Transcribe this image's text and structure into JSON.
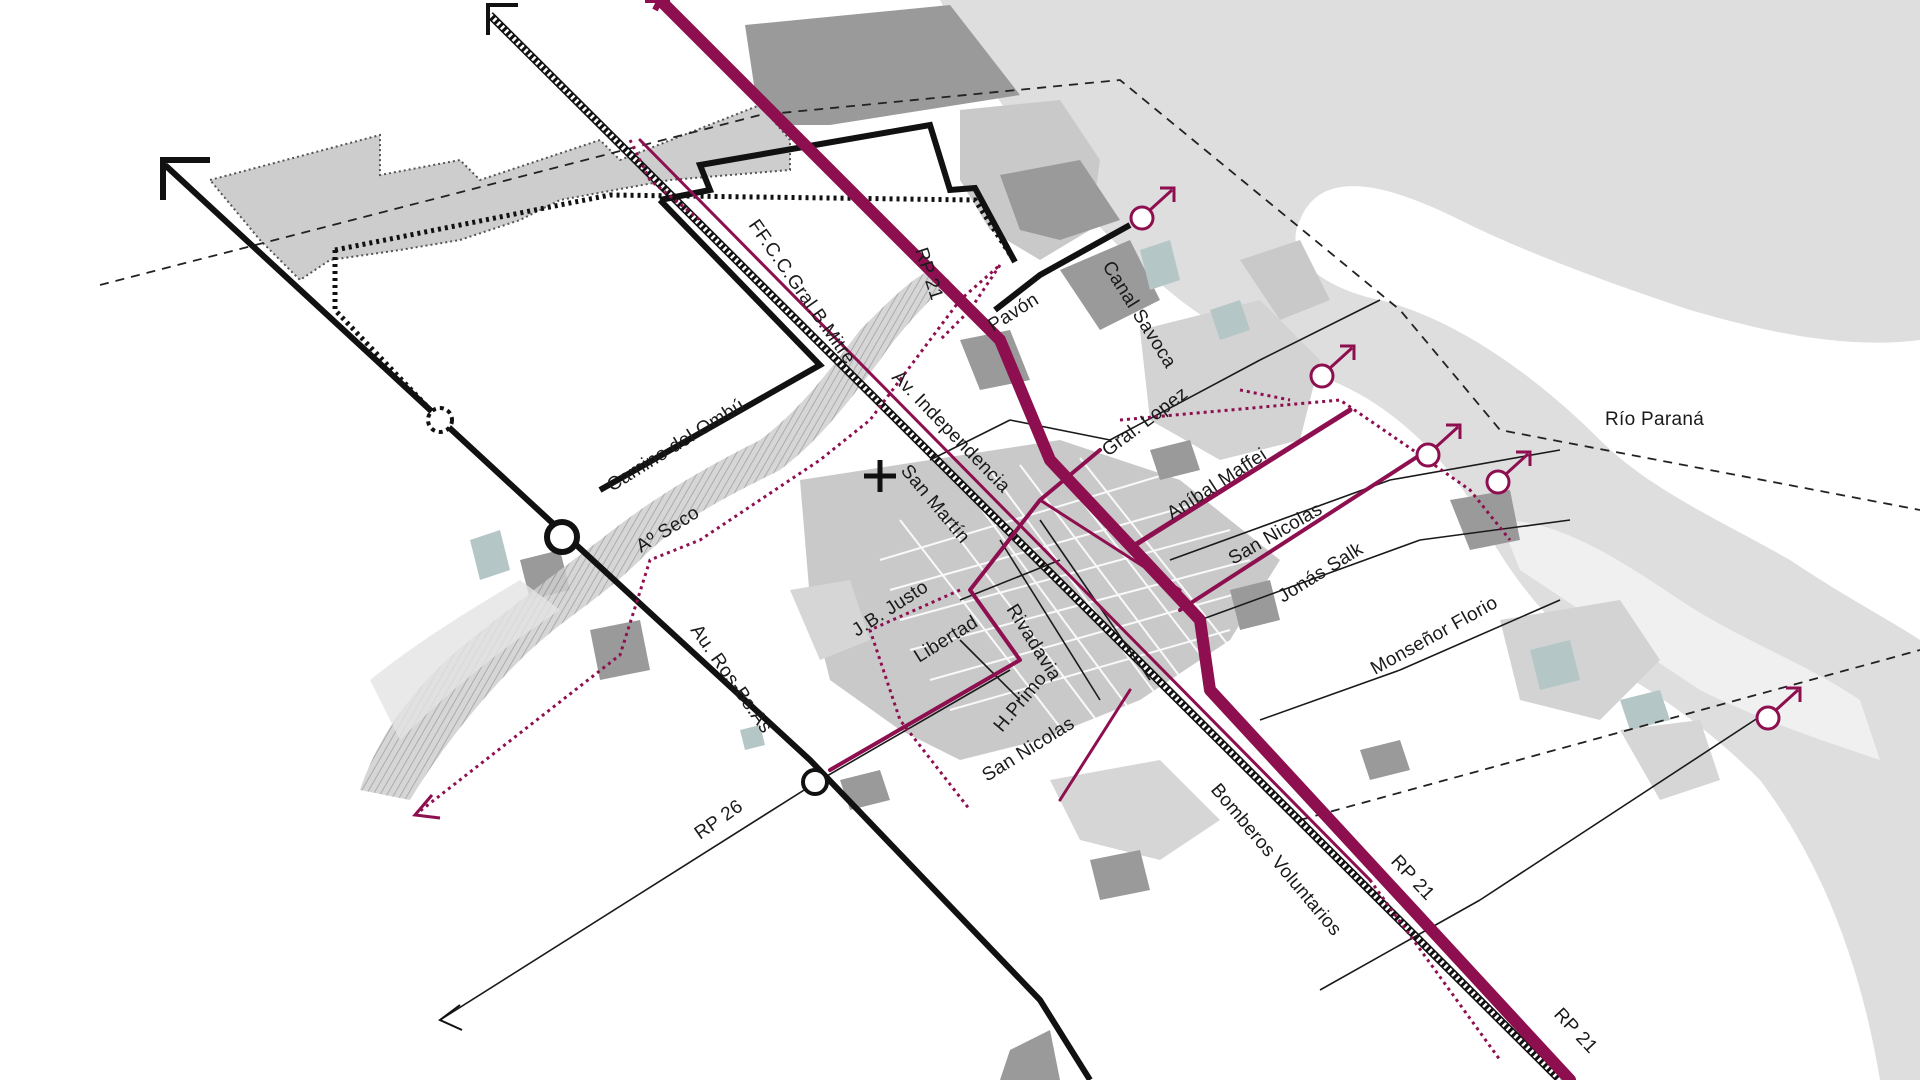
{
  "map": {
    "colors": {
      "accent": "#8e0f4f",
      "road": "#111111",
      "river": "#dcdcdc",
      "urban": "#c9c9c9",
      "industrial": "#9a9a9a",
      "teal": "#b5c6c7"
    },
    "labels": {
      "rio_parana": "Río Paraná",
      "rp21_north": "RP 21",
      "rp21_mid": "RP 21",
      "rp21_south": "RP 21",
      "rp26": "RP 26",
      "ffcc": "FF.C.C.Gral.B.Mitre",
      "pavon": "Pavón",
      "canal_savoca": "Canal Savoca",
      "av_independencia": "Av. Independencia",
      "gral_lopez": "Gral. Lopez",
      "camino_ombu": "Camino del Ombú",
      "san_martin": "San Martín",
      "anibal_maffei": "Aníbal Maffei",
      "a_seco": "Aº Seco",
      "san_nicolas_east": "San Nicolas",
      "jonas_salk": "Jonás Salk",
      "jb_justo": "J.B. Justo",
      "libertad": "Libertad",
      "rivadavia": "Rivadavia",
      "monsenor_florio": "Monseñor Florio",
      "au_ros_bsas": "Au. Ros-Bs.As",
      "h_primo": "H.Primo",
      "san_nicolas_south": "San Nicolas",
      "bomberos": "Bomberos Voluntarios"
    }
  }
}
